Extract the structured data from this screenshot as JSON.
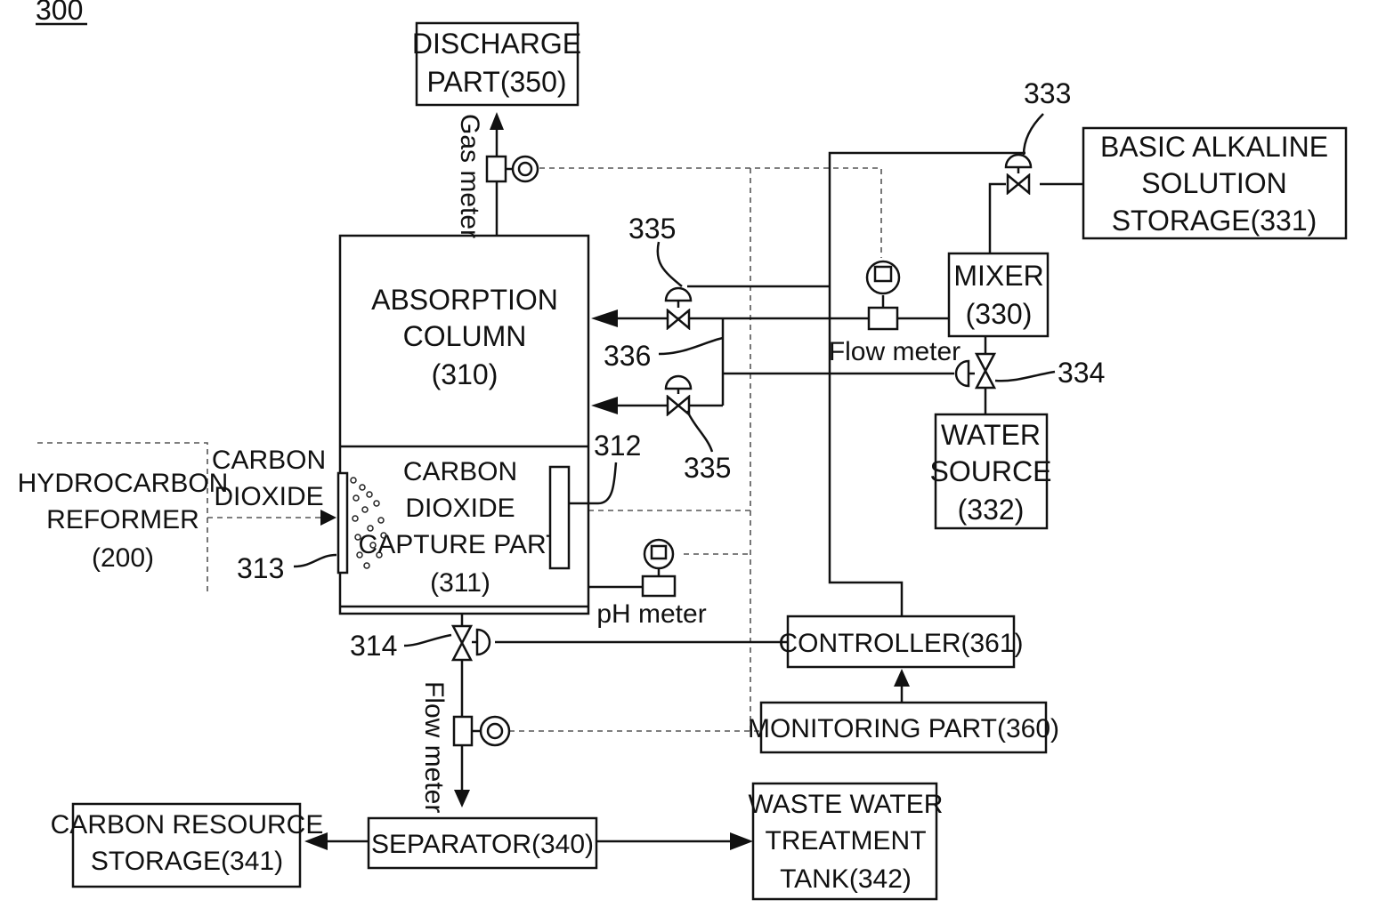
{
  "figure_number": "300",
  "boxes": {
    "discharge_part": [
      "DISCHARGE",
      "PART(350)"
    ],
    "absorption_column": [
      "ABSORPTION",
      "COLUMN",
      "(310)"
    ],
    "capture_part": [
      "CARBON",
      "DIOXIDE",
      "CAPTURE PART",
      "(311)"
    ],
    "hydrocarbon_reformer": [
      "HYDROCARBON",
      "REFORMER",
      "(200)"
    ],
    "basic_alkaline_storage": [
      "BASIC ALKALINE",
      "SOLUTION",
      "STORAGE(331)"
    ],
    "mixer": [
      "MIXER",
      "(330)"
    ],
    "water_source": [
      "WATER",
      "SOURCE",
      "(332)"
    ],
    "controller": "CONTROLLER(361)",
    "monitoring_part": "MONITORING PART(360)",
    "separator": "SEPARATOR(340)",
    "carbon_resource_storage": [
      "CARBON RESOURCE",
      "STORAGE(341)"
    ],
    "waste_water_tank": [
      "WASTE WATER",
      "TREATMENT",
      "TANK(342)"
    ]
  },
  "labels": {
    "carbon_dioxide": [
      "CARBON",
      "DIOXIDE"
    ],
    "gas_meter": "Gas meter",
    "flow_meter_top": "Flow meter",
    "flow_meter_bottom": "Flow meter",
    "ph_meter": "pH meter",
    "ref_333": "333",
    "ref_335_top": "335",
    "ref_335_bottom": "335",
    "ref_336": "336",
    "ref_334": "334",
    "ref_312": "312",
    "ref_313": "313",
    "ref_314": "314"
  }
}
